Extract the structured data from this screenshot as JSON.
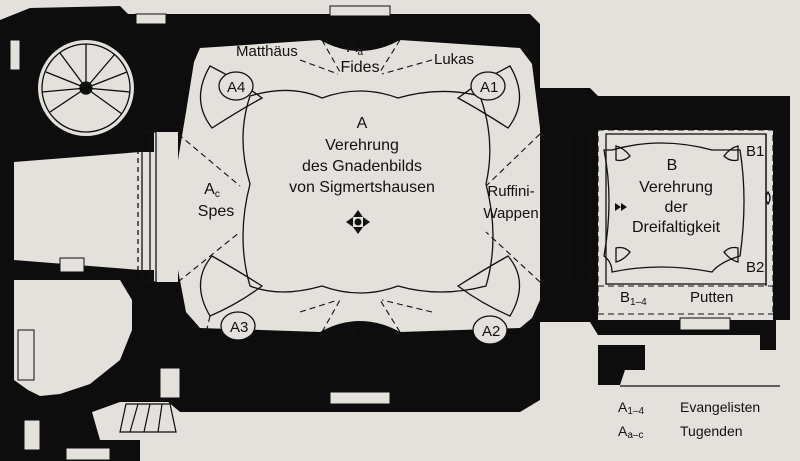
{
  "colors": {
    "wall": "#0d0d0d",
    "floor": "#e4e1dc",
    "line": "#111111"
  },
  "icons": {
    "altar": "altar-symbol-icon",
    "marker": "chevron-marker-icon",
    "stair": "spiral-staircase-icon"
  },
  "labels": {
    "A": "A",
    "A_title_1": "Verehrung",
    "A_title_2": "des Gnadenbilds",
    "A_title_3": "von Sigmertshausen",
    "Aa_main": "A",
    "Aa_sub": "a",
    "Aa_name": "Fides",
    "Ab_main": "A",
    "Ab_sub": "b",
    "Ab_name": "Caritas",
    "Ac_main": "A",
    "Ac_sub": "c",
    "Ac_name": "Spes",
    "A1": "A1",
    "A2": "A2",
    "A3": "A3",
    "A4": "A4",
    "matthaeus": "Matthäus",
    "lukas": "Lukas",
    "markus": "Markus",
    "johannes": "Johannes",
    "ruffini_1": "Ruffini-",
    "ruffini_2": "Wappen",
    "B": "B",
    "B_title_1": "Verehrung",
    "B_title_2": "der",
    "B_title_3": "Dreifaltigkeit",
    "B1": "B1",
    "B2": "B2",
    "B3": "B3",
    "B4": "B4",
    "B14_main": "B",
    "B14_sub": "1–4",
    "putten": "Putten"
  },
  "legend": [
    {
      "code_main": "A",
      "code_sub": "1–4",
      "text": "Evangelisten"
    },
    {
      "code_main": "A",
      "code_sub": "a–c",
      "text": "Tugenden"
    }
  ]
}
